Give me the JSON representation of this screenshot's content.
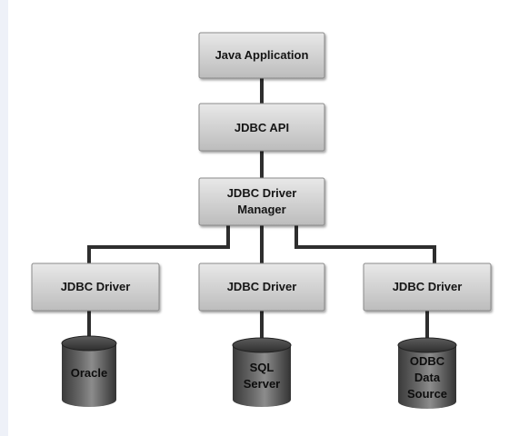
{
  "diagram": {
    "boxes": {
      "java_application": "Java Application",
      "jdbc_api": "JDBC API",
      "driver_manager": [
        "JDBC Driver",
        "Manager"
      ],
      "driver_left": "JDBC Driver",
      "driver_middle": "JDBC Driver",
      "driver_right": "JDBC Driver"
    },
    "databases": {
      "oracle": [
        "Oracle"
      ],
      "sql_server": [
        "SQL",
        "Server"
      ],
      "odbc": [
        "ODBC",
        "Data",
        "Source"
      ]
    },
    "colors": {
      "box_fill_top": "#e6e6e6",
      "box_fill_bottom": "#bdbdbd",
      "box_border": "#8a8a8a",
      "connector": "#2e2e2e",
      "cylinder_dark": "#3f3f3f",
      "cylinder_light": "#8e8e8e"
    }
  }
}
